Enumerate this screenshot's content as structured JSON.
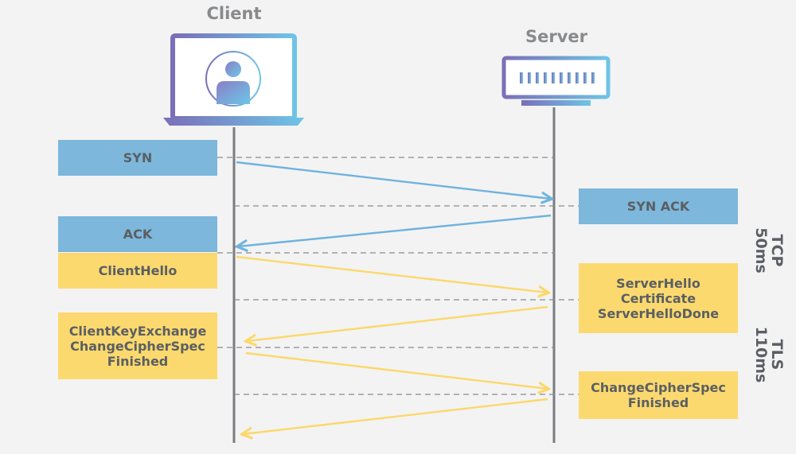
{
  "client": {
    "label": "Client"
  },
  "server": {
    "label": "Server"
  },
  "messages": {
    "syn": "SYN",
    "syn_ack": "SYN ACK",
    "ack": "ACK",
    "client_hello": "ClientHello",
    "server_hello": [
      "ServerHello",
      "Certificate",
      "ServerHelloDone"
    ],
    "client_key": [
      "ClientKeyExchange",
      "ChangeCipherSpec",
      "Finished"
    ],
    "server_finish": [
      "ChangeCipherSpec",
      "Finished"
    ]
  },
  "phases": {
    "tcp": {
      "name": "TCP",
      "time": "50ms"
    },
    "tls": {
      "name": "TLS",
      "time": "110ms"
    }
  },
  "colors": {
    "tcp": "#7db7dc",
    "tls": "#fbd96e",
    "arrow_tcp": "#6fb3dd",
    "arrow_tls": "#fcd86a",
    "lifeline": "#7a7c7f",
    "device_gradient_start": "#7a6fb8",
    "device_gradient_end": "#6fc4e6"
  },
  "icons": {
    "client": "laptop-user-icon",
    "server": "server-rack-icon"
  }
}
